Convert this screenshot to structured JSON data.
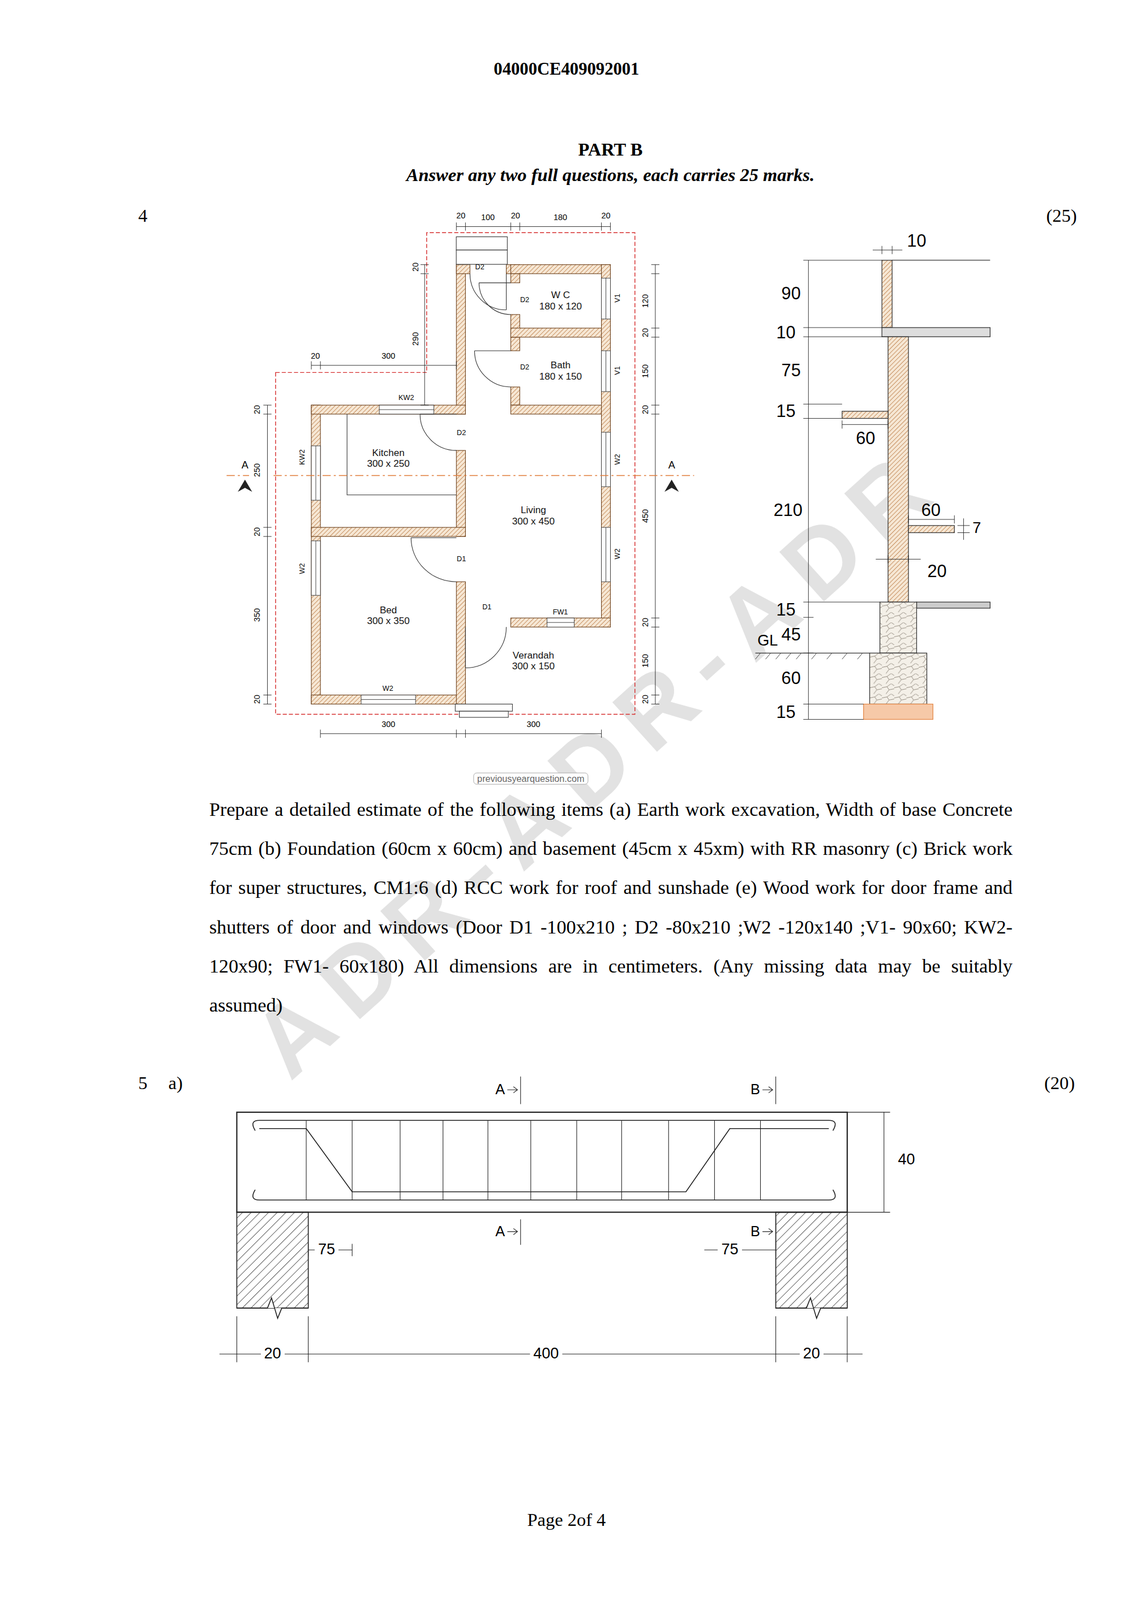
{
  "diagram": {
    "nodes": [
      {
        "text": [
          "W C",
          "180 x 120"
        ]
      },
      {
        "text": [
          "Bath",
          "180 x 150"
        ]
      },
      {
        "text": [
          "Kitchen",
          "300 x 250"
        ]
      },
      {
        "text": [
          "Living",
          "300 x 450"
        ]
      },
      {
        "text": [
          "Bed",
          "300 x 350"
        ]
      },
      {
        "text": [
          "Verandah",
          "300 x 150"
        ]
      }
    ],
    "labels": [
      "04000CE409092001",
      "PART B",
      "Answer any two full questions, each carries 25 marks.",
      "4",
      "(25)",
      "20",
      "100",
      "20",
      "180",
      "20",
      "20",
      "290",
      "20",
      "300",
      "20",
      "250",
      "20",
      "350",
      "20",
      "120",
      "20",
      "150",
      "20",
      "450",
      "20",
      "150",
      "20",
      "300",
      "300",
      "D2",
      "D2",
      "D2",
      "D2",
      "D1",
      "D1",
      "KW2",
      "KW2",
      "W2",
      "W2",
      "V1",
      "V1",
      "W2",
      "W2",
      "FW1",
      "A",
      "A",
      "10",
      "90",
      "10",
      "75",
      "15",
      "60",
      "210",
      "60",
      "7",
      "20",
      "15",
      "45",
      "GL",
      "60",
      "15",
      "previousyearquestion.com",
      "Prepare a detailed estimate of the following items (a) Earth work excavation, Width of base Concrete 75cm (b) Foundation (60cm x 60cm) and basement (45cm x 45xm) with RR masonry (c) Brick work for super structures, CM1:6 (d) RCC work for roof and sunshade (e) Wood work for door frame and shutters of door and windows (Door D1 -100x210 ; D2 -80x210 ;W2 -120x140 ;V1- 90x60; KW2- 120x90; FW1- 60x180) All dimensions are in centimeters. (Any missing data may be suitably assumed)",
      "5",
      "a)",
      "(20)",
      "A",
      "B",
      "40",
      "A",
      "B",
      "75",
      "75",
      "20",
      "400",
      "20",
      "Page 2of 4",
      "ADR-ADR-ADR"
    ]
  }
}
